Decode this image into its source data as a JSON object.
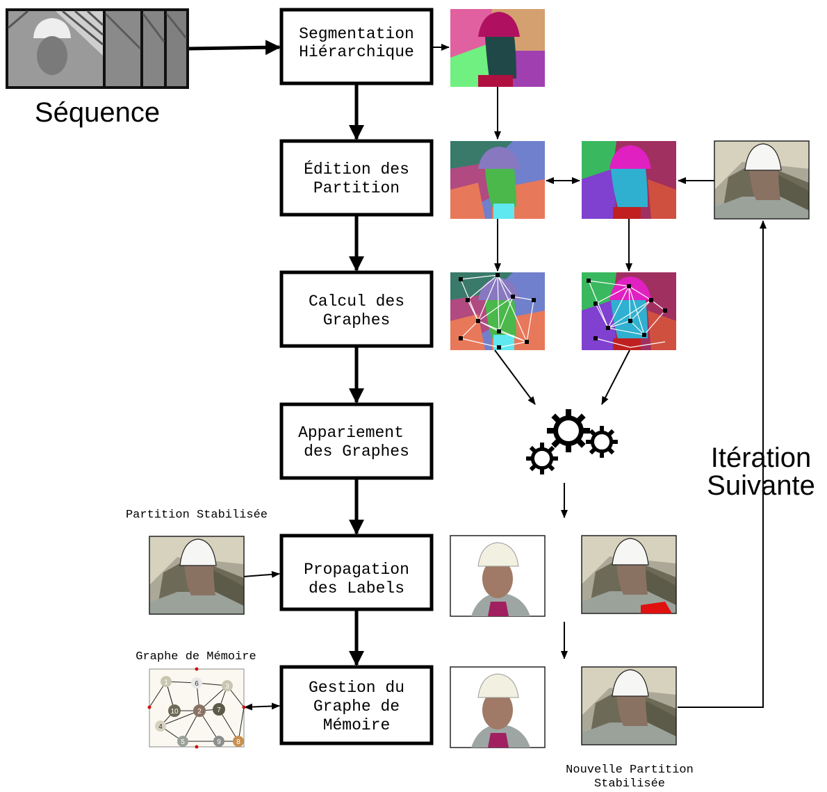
{
  "input": {
    "label": "Séquence"
  },
  "steps": [
    {
      "line1": "Segmentation",
      "line2": "Hiérarchique"
    },
    {
      "line1": "Édition des",
      "line2": "Partition"
    },
    {
      "line1": "Calcul des",
      "line2": "Graphes"
    },
    {
      "line1": "Appariement",
      "line2": "des Graphes"
    },
    {
      "line1": "Propagation",
      "line2": "des Labels"
    },
    {
      "line1": "Gestion du",
      "line2": "Graphe de",
      "line3": "Mémoire"
    }
  ],
  "notes": {
    "stabilized_partition": "Partition Stabilisée",
    "memory_graph": "Graphe de Mémoire",
    "new_partition_line1": "Nouvelle Partition",
    "new_partition_line2": "Stabilisée",
    "iteration_line1": "Itération",
    "iteration_line2": "Suivante"
  },
  "memory_graph_nodes": [
    "1",
    "6",
    "3",
    "10",
    "2",
    "7",
    "4",
    "5",
    "9",
    "8"
  ],
  "palette": {
    "stable_bg": "#d6d2be",
    "stable_face": "#8a7262",
    "stable_dark": "#5c5a48",
    "stable_shirt": "#9aa29a"
  }
}
